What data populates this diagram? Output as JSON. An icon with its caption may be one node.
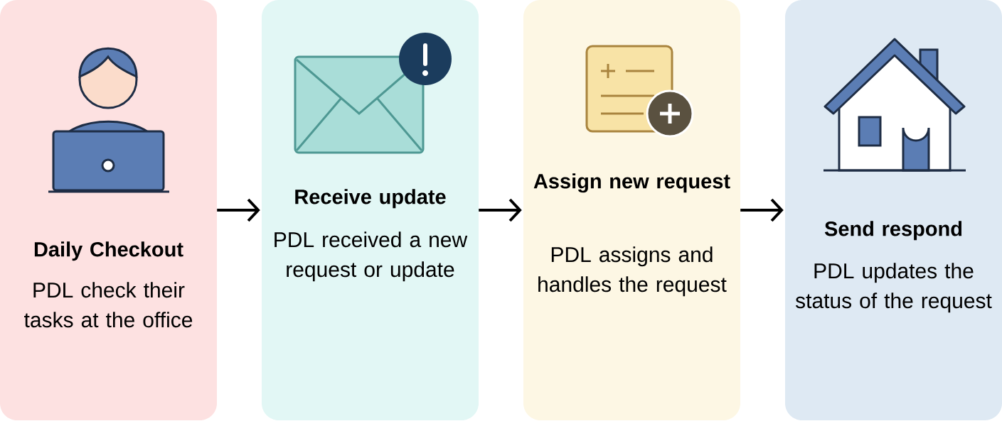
{
  "diagram": {
    "nodes": [
      {
        "text": [
          "Daily Checkout",
          "PDL check their tasks at the office"
        ]
      },
      {
        "text": [
          "Receive update",
          "PDL received a new request or update"
        ]
      },
      {
        "text": [
          "Assign new request",
          "PDL assigns and handles the request"
        ]
      },
      {
        "text": [
          "Send respond",
          "PDL updates the status of the request"
        ]
      }
    ],
    "edges": [
      {
        "from": 0,
        "to": 1,
        "arrow": "to"
      },
      {
        "from": 1,
        "to": 2,
        "arrow": "to"
      },
      {
        "from": 2,
        "to": 3,
        "arrow": "to"
      }
    ]
  }
}
